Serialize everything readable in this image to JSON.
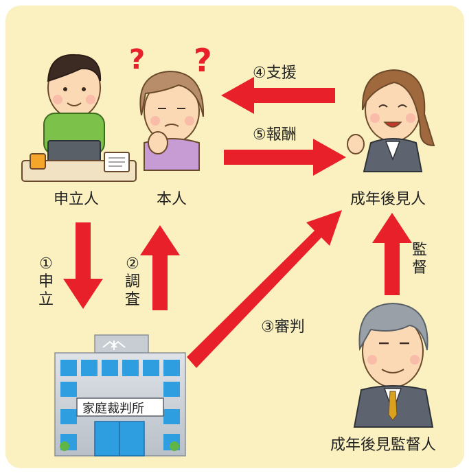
{
  "nodes": {
    "applicant": "申立人",
    "person": "本人",
    "guardian": "成年後見人",
    "supervisor": "成年後見監督人",
    "court_sign": "家庭裁判所"
  },
  "flows": {
    "f1_num": "①",
    "f1_a": "申",
    "f1_b": "立",
    "f2_num": "②",
    "f2_a": "調",
    "f2_b": "査",
    "f3": "③審判",
    "f4": "④支援",
    "f5": "⑤報酬",
    "supervise_a": "監",
    "supervise_b": "督"
  },
  "colors": {
    "background": "#fbf1c0",
    "arrow": "#e8202a",
    "question_mark": "#e8202a"
  }
}
